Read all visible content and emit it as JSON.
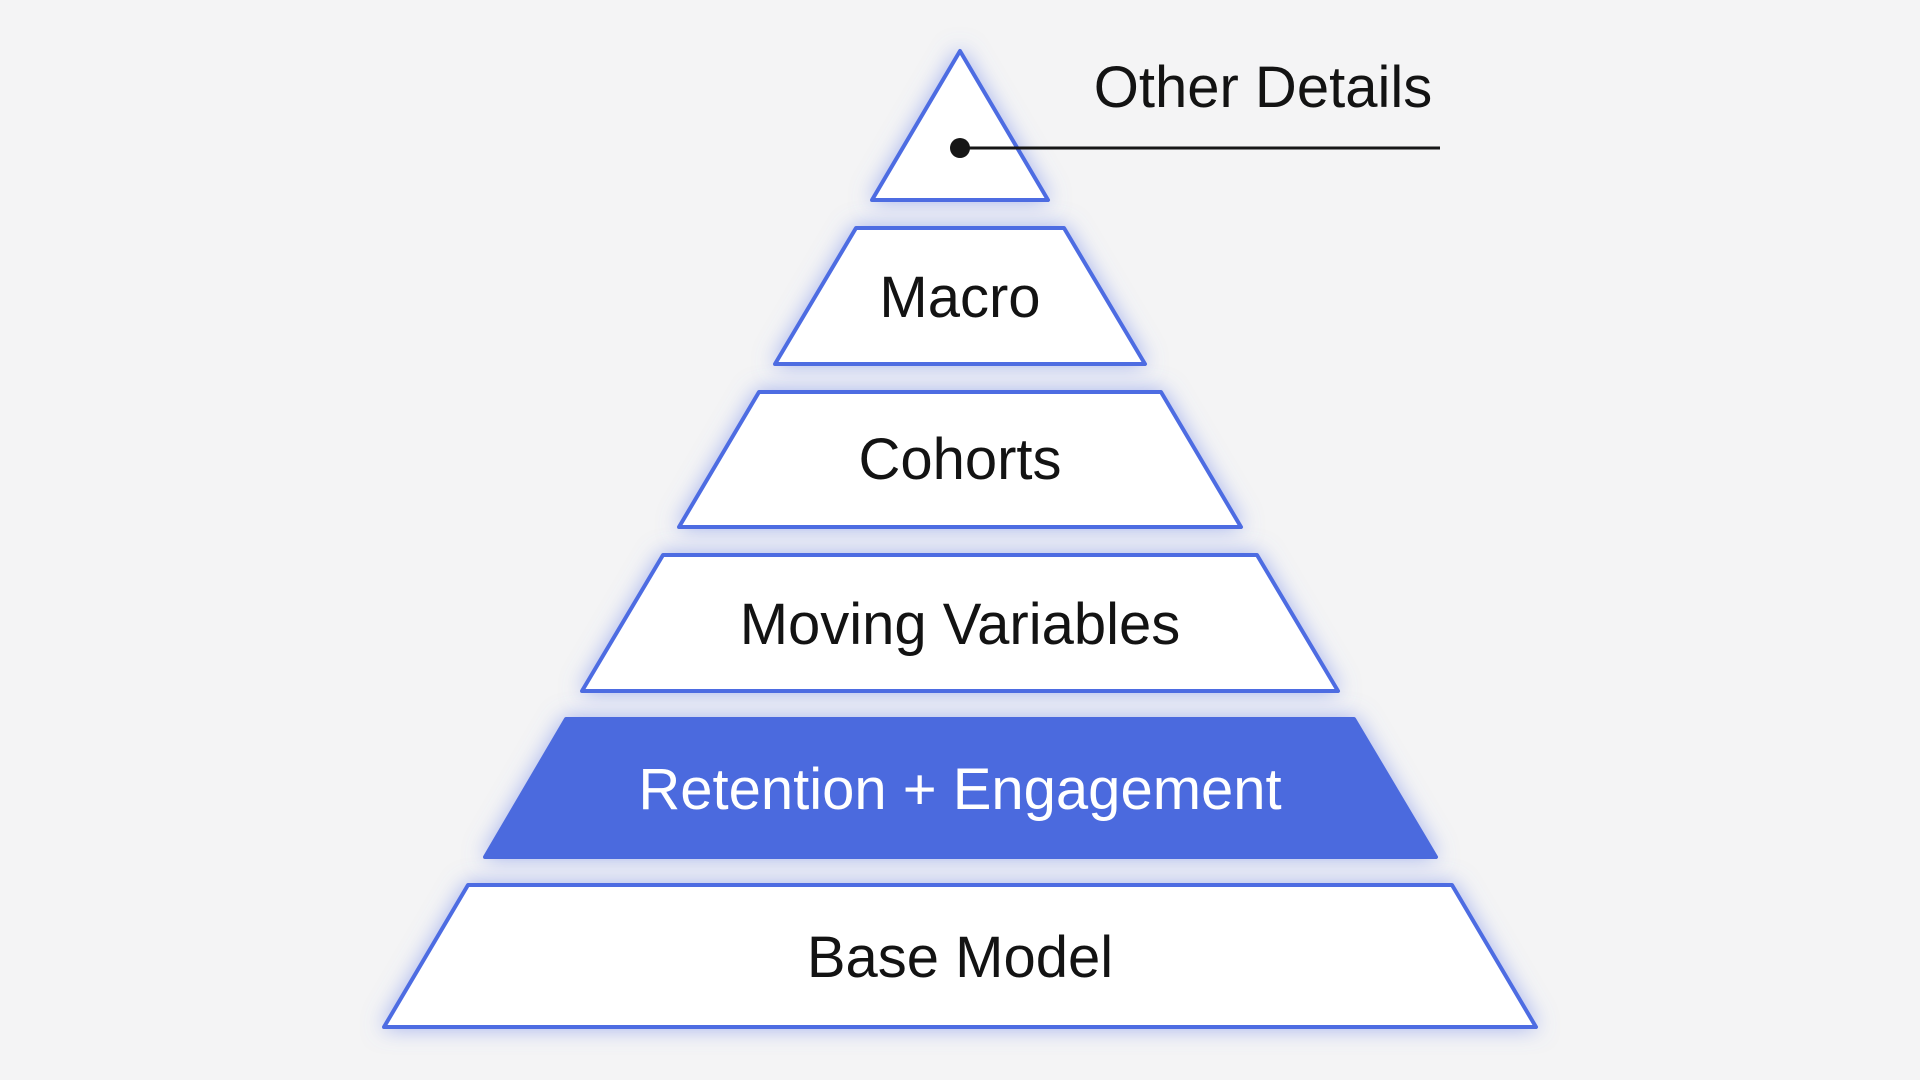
{
  "canvas": {
    "background": "#f4f4f5"
  },
  "colors": {
    "accent_border": "#4e6ce2",
    "highlight_fill": "#4c6bde",
    "segment_fill": "#ffffff",
    "glow": "#6f87e8",
    "text_dark": "#131313",
    "text_light": "#ffffff",
    "callout_line": "#161616"
  },
  "pyramid": {
    "levels": [
      {
        "id": "top",
        "label": "",
        "highlighted": false
      },
      {
        "id": "macro",
        "label": "Macro",
        "highlighted": false
      },
      {
        "id": "cohorts",
        "label": "Cohorts",
        "highlighted": false
      },
      {
        "id": "moving-variables",
        "label": "Moving Variables",
        "highlighted": false
      },
      {
        "id": "retention-engagement",
        "label": "Retention + Engagement",
        "highlighted": true
      },
      {
        "id": "base-model",
        "label": "Base Model",
        "highlighted": false
      }
    ]
  },
  "callout": {
    "label": "Other Details",
    "points_to": "top"
  }
}
